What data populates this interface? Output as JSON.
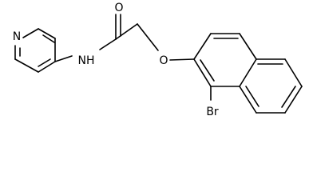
{
  "molecule": {
    "atoms": {
      "pyridine_n": "N",
      "amide_nh": "NH",
      "carbonyl_o": "O",
      "ether_o": "O",
      "bromo": "Br"
    }
  },
  "colors": {
    "bond": "#000000",
    "label": "#000000",
    "background": "#ffffff"
  }
}
